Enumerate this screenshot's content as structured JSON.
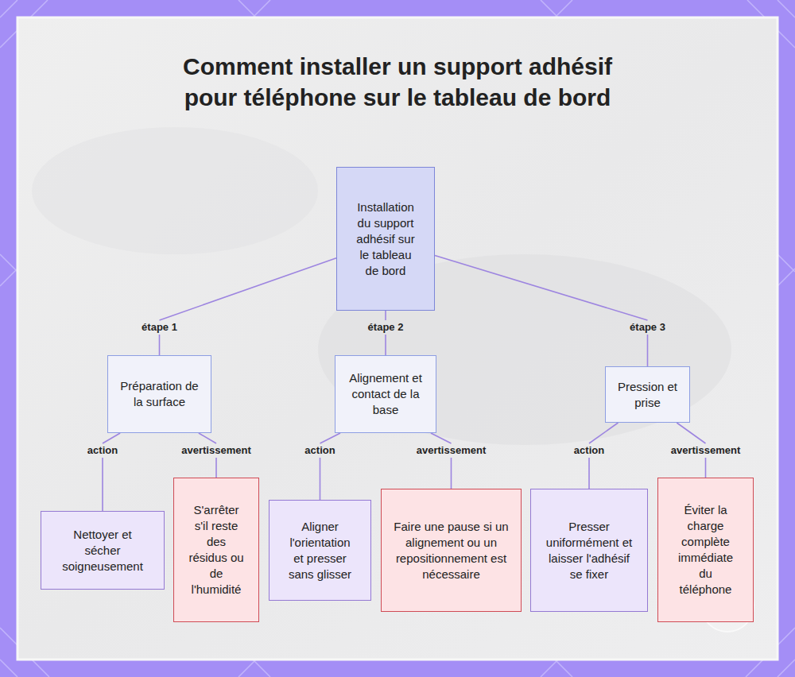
{
  "diagram": {
    "title": "Comment installer un support adhésif pour téléphone sur le tableau de bord",
    "nodes": [
      {
        "text": [
          "Installation du support adhésif sur le tableau de bord"
        ]
      },
      {
        "text": [
          "Préparation de la surface"
        ]
      },
      {
        "text": [
          "Alignement et contact de la base"
        ]
      },
      {
        "text": [
          "Pression et prise"
        ]
      },
      {
        "text": [
          "Nettoyer et sécher soigneusement"
        ]
      },
      {
        "text": [
          "S'arrêter s'il reste des résidus ou de l'humidité"
        ]
      },
      {
        "text": [
          "Aligner l'orientation et presser sans glisser"
        ]
      },
      {
        "text": [
          "Faire une pause si un alignement ou un repositionnement est nécessaire"
        ]
      },
      {
        "text": [
          "Presser uniformément et laisser l'adhésif se fixer"
        ]
      },
      {
        "text": [
          "Éviter la charge complète immédiate du téléphone"
        ]
      }
    ],
    "edges": [
      {
        "from": 0,
        "to": 1,
        "label": "étape 1",
        "arrow": "none"
      },
      {
        "from": 0,
        "to": 2,
        "label": "étape 2",
        "arrow": "none"
      },
      {
        "from": 0,
        "to": 3,
        "label": "étape 3",
        "arrow": "none"
      },
      {
        "from": 1,
        "to": 4,
        "label": "action",
        "arrow": "none"
      },
      {
        "from": 1,
        "to": 5,
        "label": "avertissement",
        "arrow": "none"
      },
      {
        "from": 2,
        "to": 6,
        "label": "action",
        "arrow": "none"
      },
      {
        "from": 2,
        "to": 7,
        "label": "avertissement",
        "arrow": "none"
      },
      {
        "from": 3,
        "to": 8,
        "label": "action",
        "arrow": "none"
      },
      {
        "from": 3,
        "to": 9,
        "label": "avertissement",
        "arrow": "none"
      }
    ]
  }
}
